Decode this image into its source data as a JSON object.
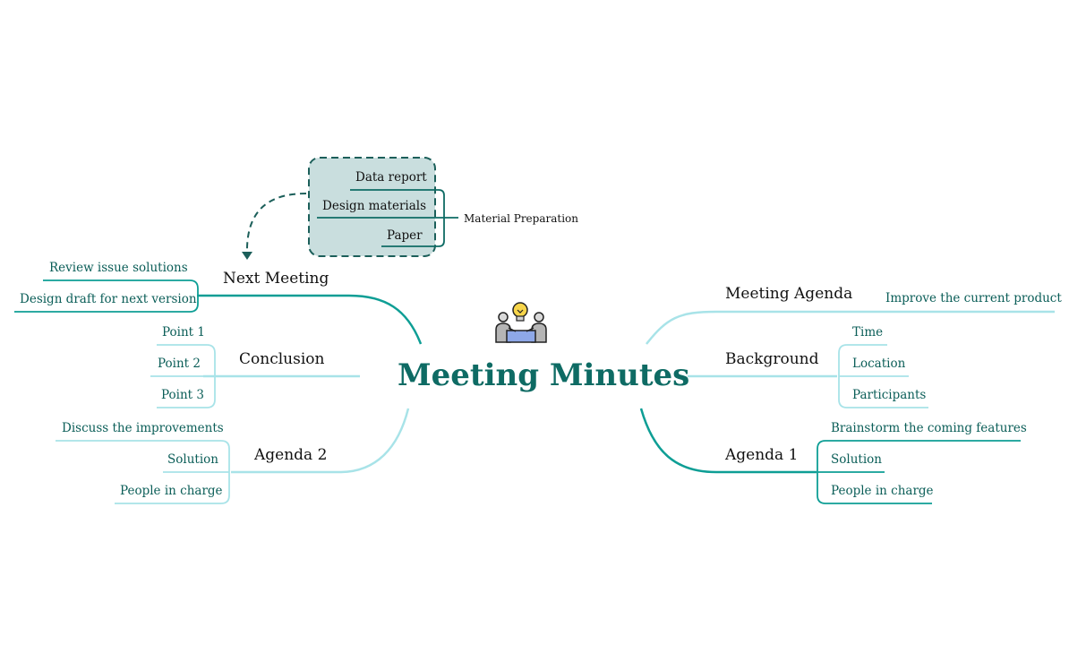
{
  "title": "Meeting Minutes",
  "colors": {
    "dark_teal": "#0e9e95",
    "light_teal": "#a8e3e8",
    "text_teal": "#0b5e58",
    "box_fill": "#c9dede",
    "box_border": "#1c5f5a"
  },
  "icon": "meeting-lightbulb-icon",
  "branches": {
    "meeting_agenda": {
      "label": "Meeting Agenda",
      "children": [
        "Improve the current product"
      ]
    },
    "background": {
      "label": "Background",
      "children": [
        "Time",
        "Location",
        "Participants"
      ]
    },
    "agenda1": {
      "label": "Agenda 1",
      "children": [
        "Brainstorm the coming features",
        "Solution",
        "People in charge"
      ]
    },
    "next_meeting": {
      "label": "Next Meeting",
      "children": [
        "Review issue solutions",
        "Design draft for next version"
      ]
    },
    "conclusion": {
      "label": "Conclusion",
      "children": [
        "Point 1",
        "Point 2",
        "Point 3"
      ]
    },
    "agenda2": {
      "label": "Agenda 2",
      "children": [
        "Discuss the improvements",
        "Solution",
        "People in charge"
      ]
    }
  },
  "material_box": {
    "items": [
      "Data report",
      "Design materials",
      "Paper"
    ],
    "label": "Material Preparation"
  }
}
